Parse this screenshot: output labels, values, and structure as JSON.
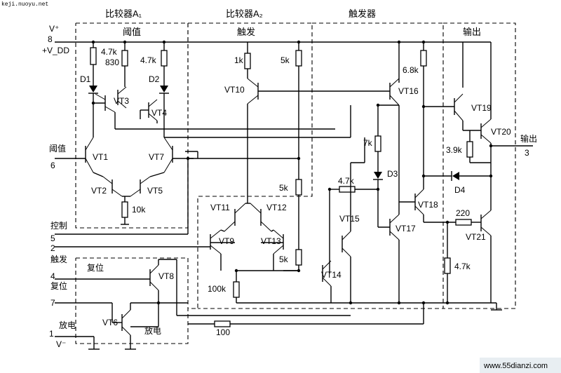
{
  "watermark_top": "keji.nuoyu.net",
  "watermark_site": "www.55dianzi.com",
  "blocks": {
    "comparator_a1": "比较器A₁",
    "comparator_a2": "比较器A₂",
    "trigger_block": "触发器",
    "threshold_sub": "阈值",
    "trigger_sub": "触发",
    "output_sub": "输出"
  },
  "supply": {
    "v_plus": "V⁺",
    "pin8": "8",
    "vdd": "+V_DD",
    "pin1": "1",
    "v_minus": "V⁻"
  },
  "pins": {
    "threshold_label": "阈值",
    "pin6": "6",
    "control_label": "控制",
    "pin5": "5",
    "pin2": "2",
    "trigger_label": "触发",
    "pin4": "4",
    "reset_label": "复位",
    "pin7": "7",
    "discharge_label": "放电",
    "output_label": "输出",
    "pin3": "3"
  },
  "inner_labels": {
    "reset": "复位",
    "discharge": "放电"
  },
  "resistors": {
    "r47k_a": "4.7k",
    "r830": "830",
    "r47k_b": "4.7k",
    "r1k": "1k",
    "r5k_top": "5k",
    "r68k": "6.8k",
    "r7k": "7k",
    "r47k_mid": "4.7k",
    "r5k_mid": "5k",
    "r10k": "10k",
    "r5k_low": "5k",
    "r100k": "100k",
    "r100": "100",
    "r39k": "3.9k",
    "r220": "220",
    "r47k_out": "4.7k"
  },
  "transistors": {
    "vt1": "VT1",
    "vt2": "VT2",
    "vt3": "VT3",
    "vt4": "VT4",
    "vt5": "VT5",
    "vt6": "VT6",
    "vt7": "VT7",
    "vt8": "VT8",
    "vt9": "VT9",
    "vt10": "VT10",
    "vt11": "VT11",
    "vt12": "VT12",
    "vt13": "VT13",
    "vt14": "VT14",
    "vt15": "VT15",
    "vt16": "VT16",
    "vt17": "VT17",
    "vt18": "VT18",
    "vt19": "VT19",
    "vt20": "VT20",
    "vt21": "VT21"
  },
  "diodes": {
    "d1": "D1",
    "d2": "D2",
    "d3": "D3",
    "d4": "D4"
  }
}
